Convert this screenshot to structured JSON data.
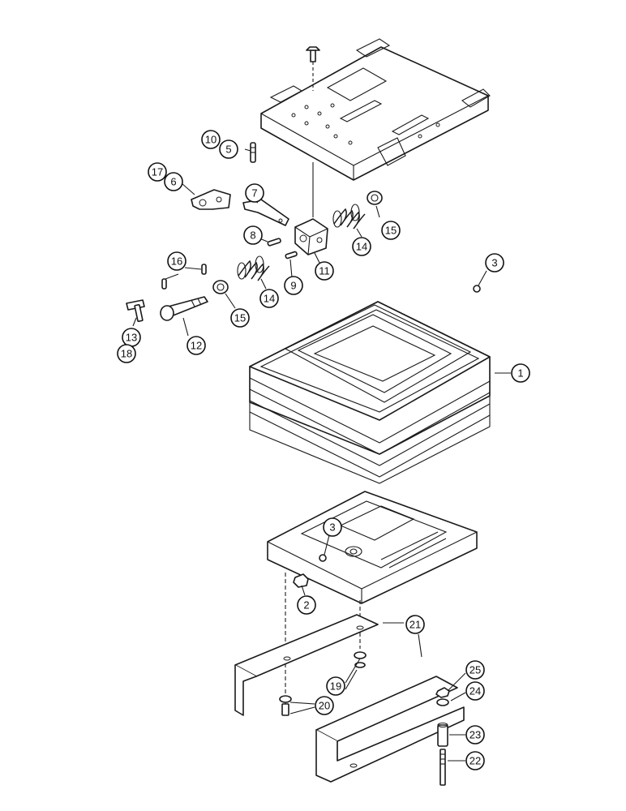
{
  "callouts": [
    {
      "id": "c1",
      "label": "1"
    },
    {
      "id": "c2",
      "label": "2"
    },
    {
      "id": "c3a",
      "label": "3"
    },
    {
      "id": "c3b",
      "label": "3"
    },
    {
      "id": "c5",
      "label": "5"
    },
    {
      "id": "c6",
      "label": "6"
    },
    {
      "id": "c7",
      "label": "7"
    },
    {
      "id": "c8",
      "label": "8"
    },
    {
      "id": "c9",
      "label": "9"
    },
    {
      "id": "c10",
      "label": "10"
    },
    {
      "id": "c11",
      "label": "11"
    },
    {
      "id": "c12",
      "label": "12"
    },
    {
      "id": "c13",
      "label": "13"
    },
    {
      "id": "c14a",
      "label": "14"
    },
    {
      "id": "c14b",
      "label": "14"
    },
    {
      "id": "c15a",
      "label": "15"
    },
    {
      "id": "c15b",
      "label": "15"
    },
    {
      "id": "c16",
      "label": "16"
    },
    {
      "id": "c17",
      "label": "17"
    },
    {
      "id": "c18",
      "label": "18"
    },
    {
      "id": "c19",
      "label": "19"
    },
    {
      "id": "c20",
      "label": "20"
    },
    {
      "id": "c21",
      "label": "21"
    },
    {
      "id": "c22",
      "label": "22"
    },
    {
      "id": "c23",
      "label": "23"
    },
    {
      "id": "c24",
      "label": "24"
    },
    {
      "id": "c25",
      "label": "25"
    }
  ]
}
